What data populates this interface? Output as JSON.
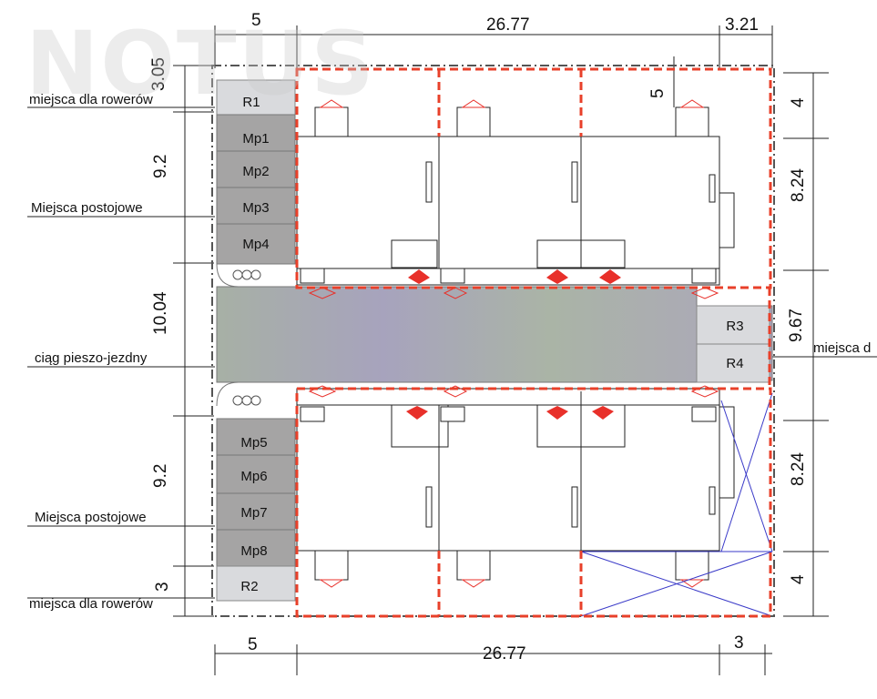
{
  "watermark": "NOTUS",
  "dimensions": {
    "top_left": "5",
    "top_mid": "26.77",
    "top_right": "3.21",
    "bottom_left": "5",
    "bottom_mid": "26.77",
    "bottom_right": "3",
    "left_top": "3.05",
    "left_upper": "9.2",
    "left_mid": "10.04",
    "left_lower": "9.2",
    "left_bottom": "3",
    "right_top": "4",
    "right_upper": "8.24",
    "right_mid": "9.67",
    "right_lower": "8.24",
    "right_bottom": "4",
    "inner_top": "5"
  },
  "labels": {
    "bike_top": "miejsca dla rowerów",
    "parking_top": "Miejsca postojowe",
    "road": "ciąg pieszo-jezdny",
    "parking_bottom": "Miejsca postojowe",
    "bike_bottom": "miejsca dla rowerów",
    "bike_right": "miejsca d"
  },
  "slots": {
    "r1": "R1",
    "mp1": "Mp1",
    "mp2": "Mp2",
    "mp3": "Mp3",
    "mp4": "Mp4",
    "mp5": "Mp5",
    "mp6": "Mp6",
    "mp7": "Mp7",
    "mp8": "Mp8",
    "r2": "R2",
    "r3": "R3",
    "r4": "R4"
  },
  "colors": {
    "boundary": "#e8402a",
    "road": "#a9a6b6",
    "parking": "#a5a4a4",
    "bike": "#d8d8dc",
    "hatch": "#3a3ac8"
  }
}
